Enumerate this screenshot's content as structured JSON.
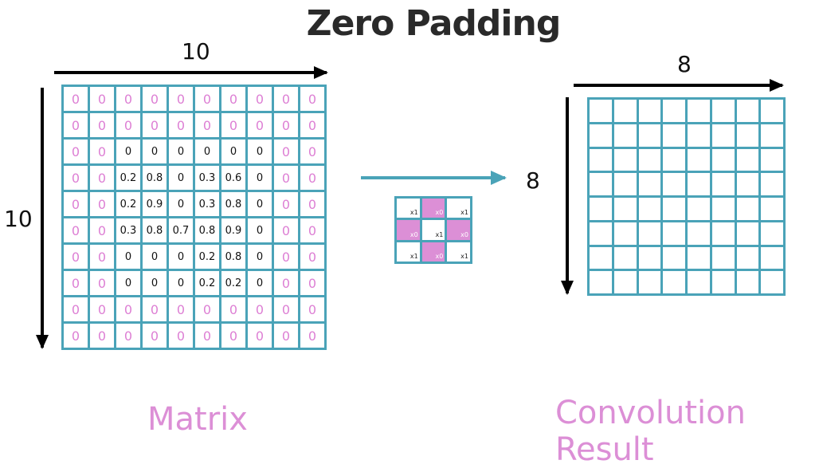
{
  "title": "Zero Padding",
  "matrix": {
    "top_dim": "10",
    "left_dim": "10",
    "caption": "Matrix",
    "rows": [
      [
        "0",
        "0",
        "0",
        "0",
        "0",
        "0",
        "0",
        "0",
        "0",
        "0"
      ],
      [
        "0",
        "0",
        "0",
        "0",
        "0",
        "0",
        "0",
        "0",
        "0",
        "0"
      ],
      [
        "0",
        "0",
        "0",
        "0",
        "0",
        "0",
        "0",
        "0",
        "0",
        "0"
      ],
      [
        "0",
        "0",
        "0.2",
        "0.8",
        "0",
        "0.3",
        "0.6",
        "0",
        "0",
        "0"
      ],
      [
        "0",
        "0",
        "0.2",
        "0.9",
        "0",
        "0.3",
        "0.8",
        "0",
        "0",
        "0"
      ],
      [
        "0",
        "0",
        "0.3",
        "0.8",
        "0.7",
        "0.8",
        "0.9",
        "0",
        "0",
        "0"
      ],
      [
        "0",
        "0",
        "0",
        "0",
        "0",
        "0.2",
        "0.8",
        "0",
        "0",
        "0"
      ],
      [
        "0",
        "0",
        "0",
        "0",
        "0",
        "0.2",
        "0.2",
        "0",
        "0",
        "0"
      ],
      [
        "0",
        "0",
        "0",
        "0",
        "0",
        "0",
        "0",
        "0",
        "0",
        "0"
      ],
      [
        "0",
        "0",
        "0",
        "0",
        "0",
        "0",
        "0",
        "0",
        "0",
        "0"
      ]
    ]
  },
  "kernel": {
    "cells": [
      "x1",
      "x0",
      "x1",
      "x0",
      "x1",
      "x0",
      "x1",
      "x0",
      "x1"
    ],
    "highlighted": [
      false,
      true,
      false,
      true,
      false,
      true,
      false,
      true,
      false
    ]
  },
  "result": {
    "top_dim": "8",
    "side_dim": "8",
    "caption": "Convolution Result",
    "rows": 8,
    "cols": 8
  },
  "colors": {
    "grid_border": "#4aa3b8",
    "padding_text": "#dd7fd4",
    "kernel_highlight": "#dc8fd6",
    "caption": "#dc8fd6",
    "arrow_teal": "#4aa3b8"
  }
}
